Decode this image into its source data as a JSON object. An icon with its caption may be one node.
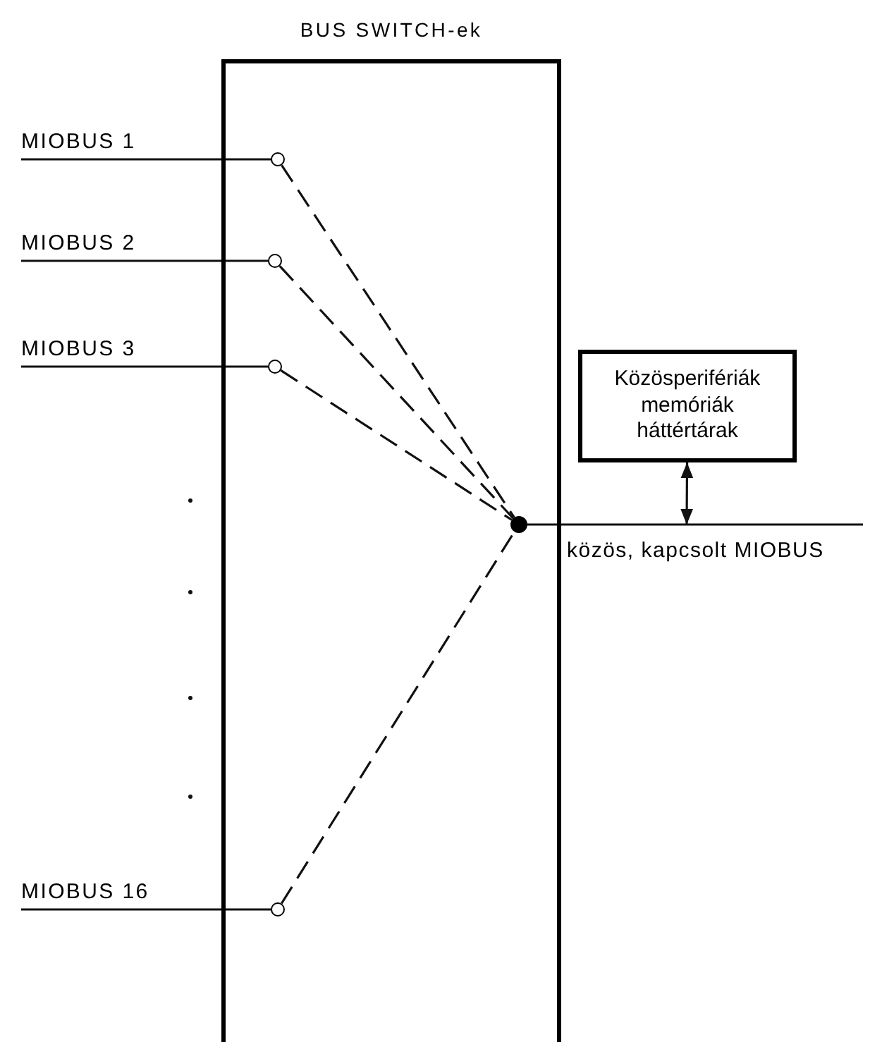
{
  "diagram": {
    "nodes": [
      {
        "text": [
          "BUS SWITCH-ek"
        ]
      },
      {
        "text": [
          "MIOBUS 1"
        ]
      },
      {
        "text": [],
        "shape": "circle",
        "in": 0
      },
      {
        "text": [
          "MIOBUS 2"
        ]
      },
      {
        "text": [],
        "shape": "circle",
        "in": 0
      },
      {
        "text": [
          "MIOBUS 3"
        ]
      },
      {
        "text": [],
        "shape": "circle",
        "in": 0
      },
      {
        "text": [],
        "shape": "circle",
        "in": 0
      },
      {
        "text": [
          "Közösperifériák memóriák háttértárak"
        ]
      },
      {
        "text": [
          "MIOBUS 16"
        ]
      },
      {
        "text": [],
        "shape": "circle",
        "in": 0
      }
    ],
    "edges": [
      {
        "from": 1,
        "to": 2,
        "arrow": "none"
      },
      {
        "from": 3,
        "to": 4,
        "arrow": "none"
      },
      {
        "from": 5,
        "to": 6,
        "arrow": "none"
      },
      {
        "from": 9,
        "to": 10,
        "arrow": "none"
      },
      {
        "from": 2,
        "to": 7,
        "arrow": "none",
        "style": "dashed"
      },
      {
        "from": 4,
        "to": 7,
        "arrow": "none",
        "style": "dashed"
      },
      {
        "from": 6,
        "to": 7,
        "arrow": "none",
        "style": "dashed"
      },
      {
        "from": 10,
        "to": 7,
        "arrow": "none",
        "style": "dashed"
      },
      {
        "from": 7,
        "to": null,
        "arrow": "none",
        "label": "közös, kapcsolt MIOBUS"
      },
      {
        "from": 8,
        "to": null,
        "arrow": "both"
      }
    ]
  }
}
